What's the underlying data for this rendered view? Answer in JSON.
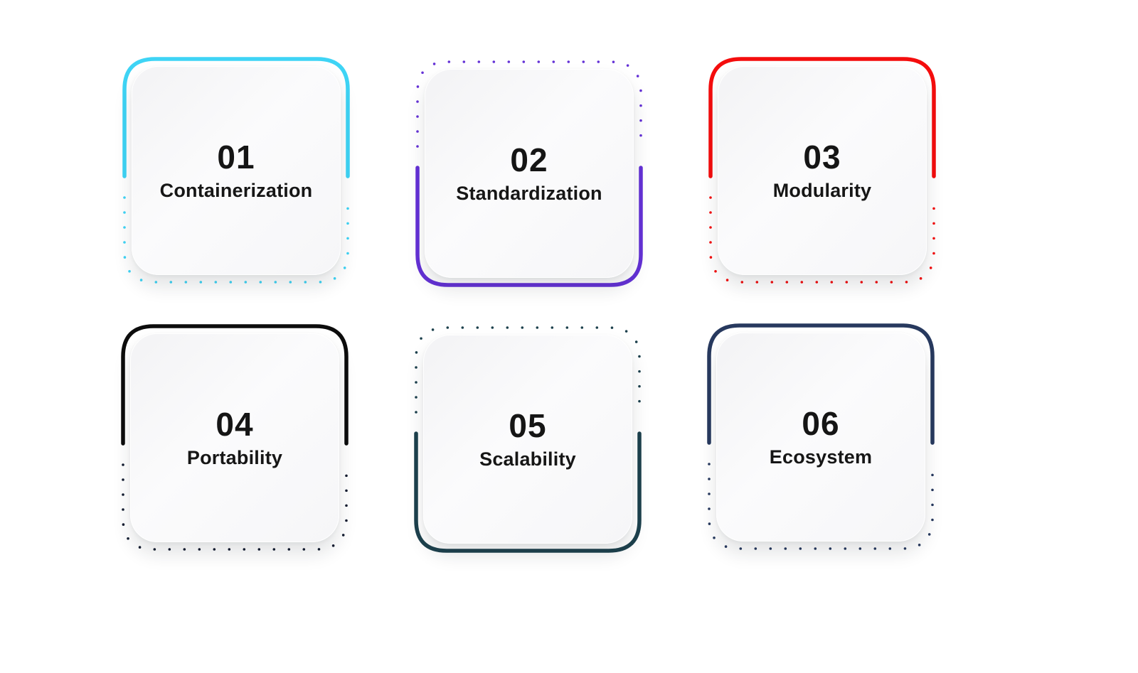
{
  "page": {
    "background_color": "#ffffff",
    "text_color": "#151515"
  },
  "cards": [
    {
      "number": "01",
      "label": "Containerization",
      "accent_color": "#3ed4f5",
      "dot_color": "#3ed4f5",
      "accent_style": "top"
    },
    {
      "number": "02",
      "label": "Standardization",
      "accent_color": "#6431d6",
      "dot_color": "#6431d6",
      "accent_style": "bottom"
    },
    {
      "number": "03",
      "label": "Modularity",
      "accent_color": "#f40d0d",
      "dot_color": "#f40d0d",
      "accent_style": "top"
    },
    {
      "number": "04",
      "label": "Portability",
      "accent_color": "#0c0c0c",
      "dot_color": "#131c30",
      "accent_style": "top"
    },
    {
      "number": "05",
      "label": "Scalability",
      "accent_color": "#1d414d",
      "dot_color": "#1d414d",
      "accent_style": "bottom"
    },
    {
      "number": "06",
      "label": "Ecosystem",
      "accent_color": "#27395e",
      "dot_color": "#27395e",
      "accent_style": "top"
    }
  ]
}
